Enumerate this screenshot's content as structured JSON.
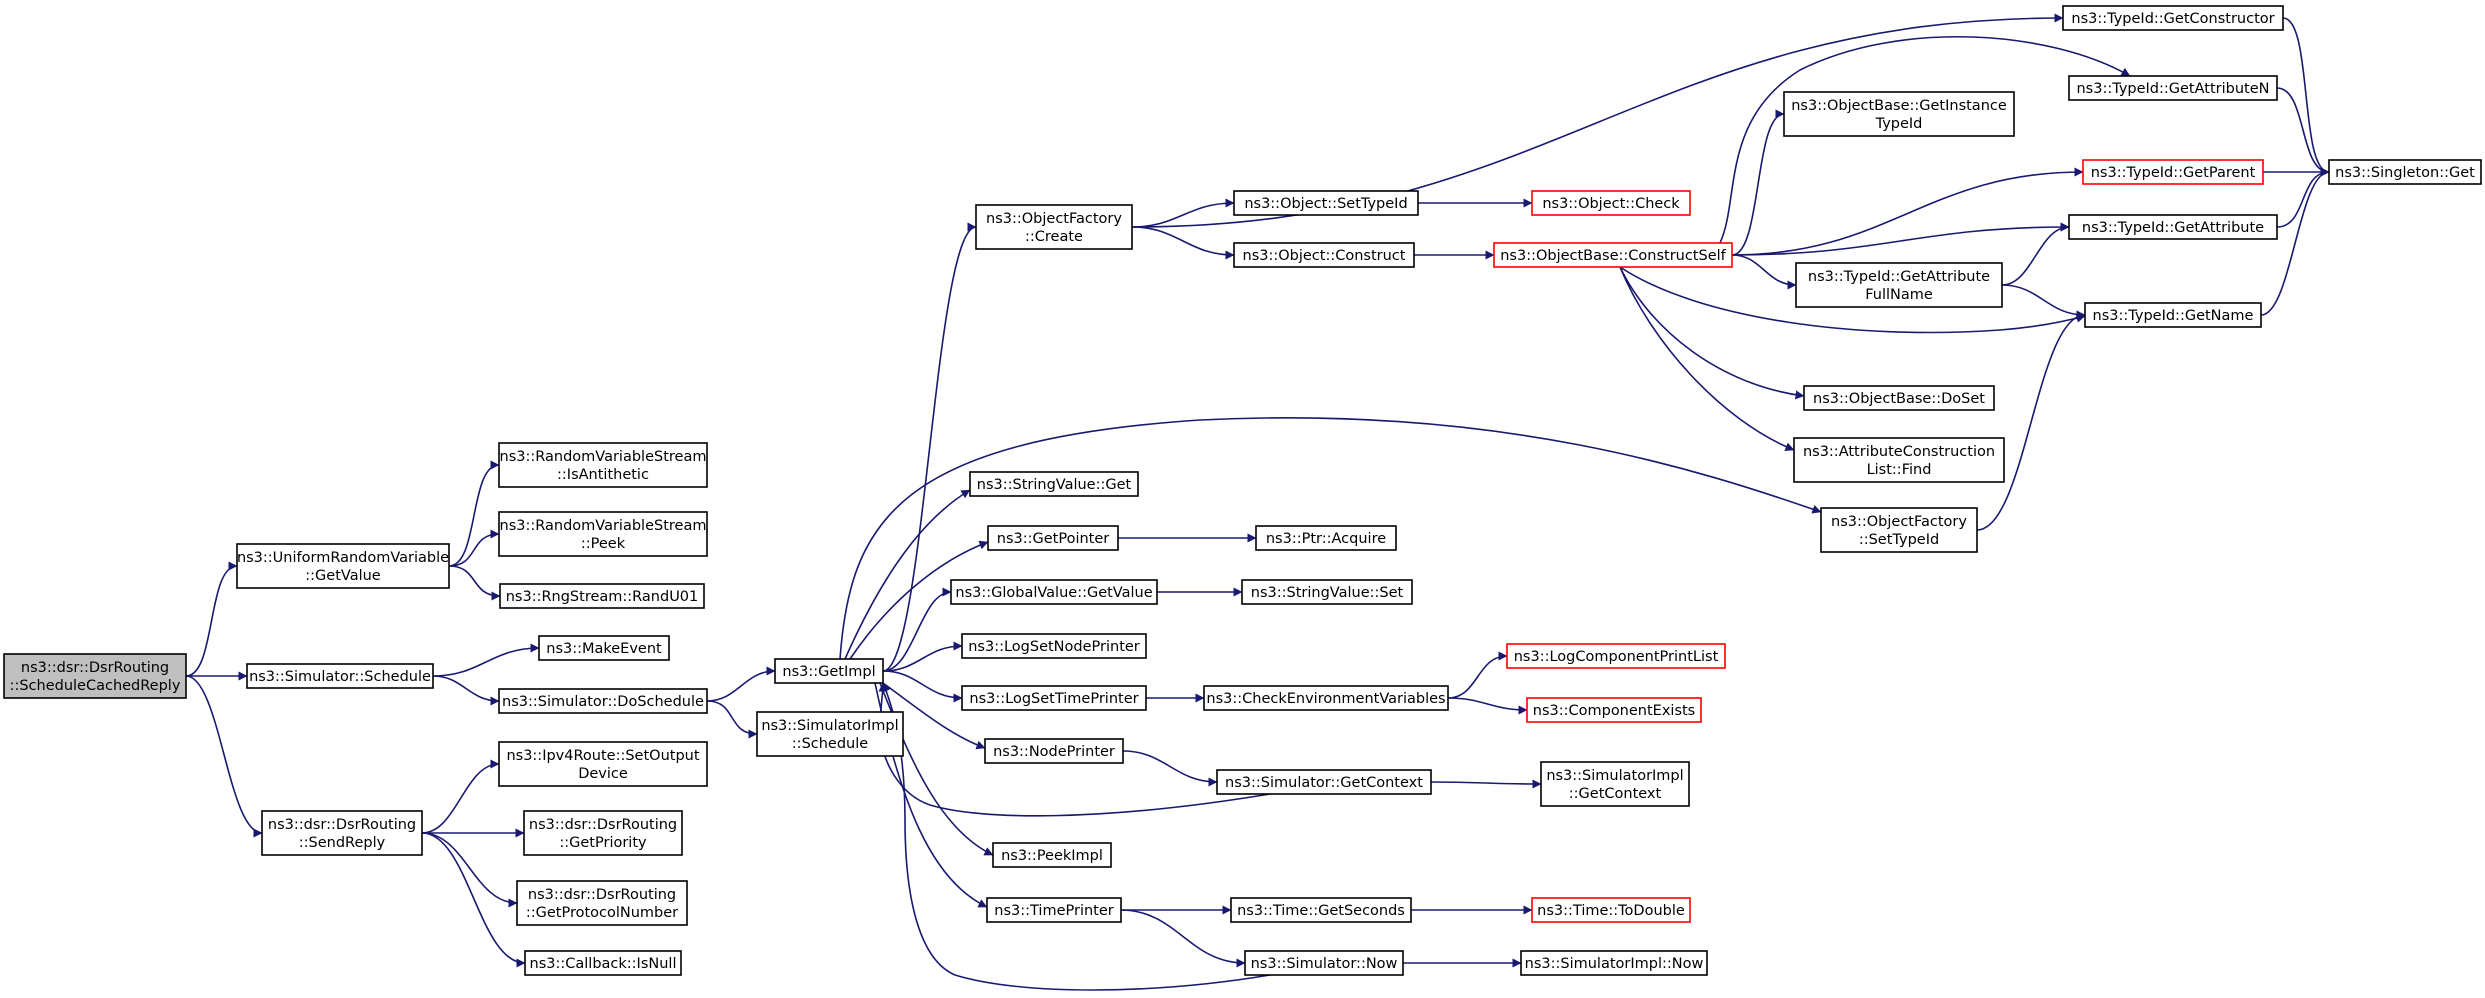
{
  "diagram": {
    "type": "call-graph",
    "edge_color": "#191970",
    "root_fill": "#bfbfbf",
    "incomplete_node_border": "#ff0000",
    "nodes": [
      {
        "id": "root",
        "lines": [
          "ns3::dsr::DsrRouting",
          "::ScheduleCachedReply"
        ],
        "root": true
      },
      {
        "id": "urv_getvalue",
        "lines": [
          "ns3::UniformRandomVariable",
          "::GetValue"
        ]
      },
      {
        "id": "sim_schedule",
        "lines": [
          "ns3::Simulator::Schedule"
        ]
      },
      {
        "id": "sendreply",
        "lines": [
          "ns3::dsr::DsrRouting",
          "::SendReply"
        ]
      },
      {
        "id": "rvs_isanti",
        "lines": [
          "ns3::RandomVariableStream",
          "::IsAntithetic"
        ]
      },
      {
        "id": "rvs_peek",
        "lines": [
          "ns3::RandomVariableStream",
          "::Peek"
        ]
      },
      {
        "id": "randu01",
        "lines": [
          "ns3::RngStream::RandU01"
        ]
      },
      {
        "id": "makeevent",
        "lines": [
          "ns3::MakeEvent"
        ]
      },
      {
        "id": "doschedule",
        "lines": [
          "ns3::Simulator::DoSchedule"
        ]
      },
      {
        "id": "setoutput",
        "lines": [
          "ns3::Ipv4Route::SetOutput",
          "Device"
        ]
      },
      {
        "id": "getpriority",
        "lines": [
          "ns3::dsr::DsrRouting",
          "::GetPriority"
        ]
      },
      {
        "id": "getprotonum",
        "lines": [
          "ns3::dsr::DsrRouting",
          "::GetProtocolNumber"
        ]
      },
      {
        "id": "cb_isnull",
        "lines": [
          "ns3::Callback::IsNull"
        ]
      },
      {
        "id": "getimpl",
        "lines": [
          "ns3::GetImpl"
        ]
      },
      {
        "id": "simimpl_schedule",
        "lines": [
          "ns3::SimulatorImpl",
          "::Schedule"
        ]
      },
      {
        "id": "of_create",
        "lines": [
          "ns3::ObjectFactory",
          "::Create"
        ]
      },
      {
        "id": "stringvalue_get",
        "lines": [
          "ns3::StringValue::Get"
        ]
      },
      {
        "id": "getpointer",
        "lines": [
          "ns3::GetPointer"
        ]
      },
      {
        "id": "gv_getvalue",
        "lines": [
          "ns3::GlobalValue::GetValue"
        ]
      },
      {
        "id": "logsetnode",
        "lines": [
          "ns3::LogSetNodePrinter"
        ]
      },
      {
        "id": "logsettime",
        "lines": [
          "ns3::LogSetTimePrinter"
        ]
      },
      {
        "id": "nodeprinter",
        "lines": [
          "ns3::NodePrinter"
        ]
      },
      {
        "id": "peekimpl",
        "lines": [
          "ns3::PeekImpl"
        ]
      },
      {
        "id": "timeprinter",
        "lines": [
          "ns3::TimePrinter"
        ]
      },
      {
        "id": "obj_settypeid",
        "lines": [
          "ns3::Object::SetTypeId"
        ]
      },
      {
        "id": "obj_construct",
        "lines": [
          "ns3::Object::Construct"
        ]
      },
      {
        "id": "ptr_acquire",
        "lines": [
          "ns3::Ptr::Acquire"
        ]
      },
      {
        "id": "stringvalue_set",
        "lines": [
          "ns3::StringValue::Set"
        ]
      },
      {
        "id": "checkenv",
        "lines": [
          "ns3::CheckEnvironmentVariables"
        ]
      },
      {
        "id": "sim_getcontext",
        "lines": [
          "ns3::Simulator::GetContext"
        ]
      },
      {
        "id": "time_getseconds",
        "lines": [
          "ns3::Time::GetSeconds"
        ]
      },
      {
        "id": "sim_now",
        "lines": [
          "ns3::Simulator::Now"
        ]
      },
      {
        "id": "obj_check",
        "lines": [
          "ns3::Object::Check"
        ],
        "red": true
      },
      {
        "id": "ob_constructself",
        "lines": [
          "ns3::ObjectBase::ConstructSelf"
        ],
        "red": true
      },
      {
        "id": "logcompprint",
        "lines": [
          "ns3::LogComponentPrintList"
        ],
        "red": true
      },
      {
        "id": "compexists",
        "lines": [
          "ns3::ComponentExists"
        ],
        "red": true
      },
      {
        "id": "simimpl_getcontext",
        "lines": [
          "ns3::SimulatorImpl",
          "::GetContext"
        ]
      },
      {
        "id": "time_todouble",
        "lines": [
          "ns3::Time::ToDouble"
        ],
        "red": true
      },
      {
        "id": "simimpl_now",
        "lines": [
          "ns3::SimulatorImpl::Now"
        ]
      },
      {
        "id": "ob_getinstance",
        "lines": [
          "ns3::ObjectBase::GetInstance",
          "TypeId"
        ]
      },
      {
        "id": "tid_getattrfull",
        "lines": [
          "ns3::TypeId::GetAttribute",
          "FullName"
        ]
      },
      {
        "id": "ob_doset",
        "lines": [
          "ns3::ObjectBase::DoSet"
        ]
      },
      {
        "id": "acl_find",
        "lines": [
          "ns3::AttributeConstruction",
          "List::Find"
        ]
      },
      {
        "id": "of_settypeid",
        "lines": [
          "ns3::ObjectFactory",
          "::SetTypeId"
        ]
      },
      {
        "id": "tid_getconstructor",
        "lines": [
          "ns3::TypeId::GetConstructor"
        ]
      },
      {
        "id": "tid_getattrn",
        "lines": [
          "ns3::TypeId::GetAttributeN"
        ]
      },
      {
        "id": "tid_getparent",
        "lines": [
          "ns3::TypeId::GetParent"
        ],
        "red": true
      },
      {
        "id": "tid_getattr",
        "lines": [
          "ns3::TypeId::GetAttribute"
        ]
      },
      {
        "id": "tid_getname",
        "lines": [
          "ns3::TypeId::GetName"
        ]
      },
      {
        "id": "singleton_get",
        "lines": [
          "ns3::Singleton::Get"
        ]
      }
    ],
    "edges": [
      [
        "root",
        "urv_getvalue"
      ],
      [
        "root",
        "sim_schedule"
      ],
      [
        "root",
        "sendreply"
      ],
      [
        "urv_getvalue",
        "rvs_isanti"
      ],
      [
        "urv_getvalue",
        "rvs_peek"
      ],
      [
        "urv_getvalue",
        "randu01"
      ],
      [
        "sim_schedule",
        "makeevent"
      ],
      [
        "sim_schedule",
        "doschedule"
      ],
      [
        "sendreply",
        "setoutput"
      ],
      [
        "sendreply",
        "getpriority"
      ],
      [
        "sendreply",
        "getprotonum"
      ],
      [
        "sendreply",
        "cb_isnull"
      ],
      [
        "doschedule",
        "getimpl"
      ],
      [
        "doschedule",
        "simimpl_schedule"
      ],
      [
        "getimpl",
        "of_create"
      ],
      [
        "getimpl",
        "of_settypeid"
      ],
      [
        "getimpl",
        "stringvalue_get"
      ],
      [
        "getimpl",
        "getpointer"
      ],
      [
        "getimpl",
        "gv_getvalue"
      ],
      [
        "getimpl",
        "logsetnode"
      ],
      [
        "getimpl",
        "logsettime"
      ],
      [
        "getimpl",
        "nodeprinter"
      ],
      [
        "getimpl",
        "peekimpl"
      ],
      [
        "getimpl",
        "timeprinter"
      ],
      [
        "of_create",
        "tid_getconstructor"
      ],
      [
        "of_create",
        "obj_settypeid"
      ],
      [
        "of_create",
        "obj_construct"
      ],
      [
        "obj_settypeid",
        "obj_check"
      ],
      [
        "obj_construct",
        "ob_constructself"
      ],
      [
        "getpointer",
        "ptr_acquire"
      ],
      [
        "gv_getvalue",
        "stringvalue_set"
      ],
      [
        "logsettime",
        "checkenv"
      ],
      [
        "checkenv",
        "logcompprint"
      ],
      [
        "checkenv",
        "compexists"
      ],
      [
        "nodeprinter",
        "sim_getcontext"
      ],
      [
        "sim_getcontext",
        "simimpl_getcontext"
      ],
      [
        "sim_getcontext",
        "getimpl"
      ],
      [
        "timeprinter",
        "time_getseconds"
      ],
      [
        "timeprinter",
        "sim_now"
      ],
      [
        "time_getseconds",
        "time_todouble"
      ],
      [
        "sim_now",
        "simimpl_now"
      ],
      [
        "sim_now",
        "getimpl"
      ],
      [
        "ob_constructself",
        "tid_getattrn"
      ],
      [
        "ob_constructself",
        "ob_getinstance"
      ],
      [
        "ob_constructself",
        "tid_getparent"
      ],
      [
        "ob_constructself",
        "tid_getattr"
      ],
      [
        "ob_constructself",
        "tid_getattrfull"
      ],
      [
        "ob_constructself",
        "tid_getname"
      ],
      [
        "ob_constructself",
        "ob_doset"
      ],
      [
        "ob_constructself",
        "acl_find"
      ],
      [
        "tid_getattrfull",
        "tid_getattr"
      ],
      [
        "tid_getattrfull",
        "tid_getname"
      ],
      [
        "of_settypeid",
        "tid_getname"
      ],
      [
        "tid_getconstructor",
        "singleton_get"
      ],
      [
        "tid_getattrn",
        "singleton_get"
      ],
      [
        "tid_getparent",
        "singleton_get"
      ],
      [
        "tid_getattr",
        "singleton_get"
      ],
      [
        "tid_getname",
        "singleton_get"
      ]
    ]
  }
}
